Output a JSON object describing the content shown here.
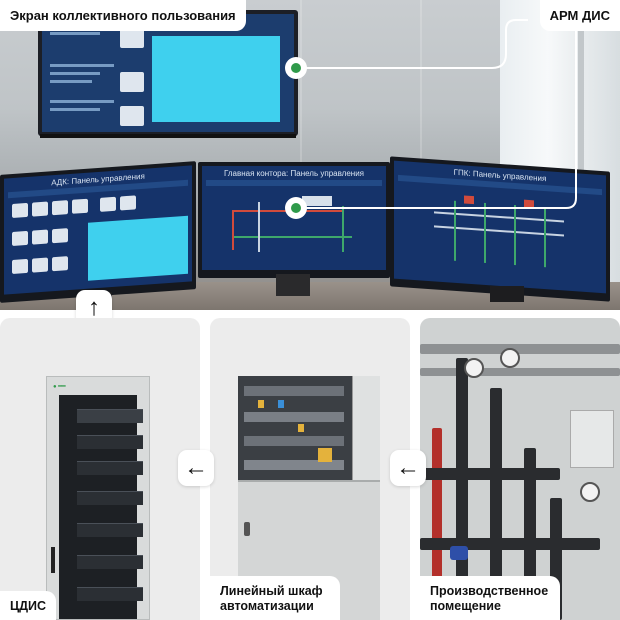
{
  "labels": {
    "top_left": "Экран коллективного пользования",
    "top_right": "АРМ ДИС",
    "panel_1": "ЦДИС",
    "panel_2": "Линейный шкаф автоматизации",
    "panel_3": "Производственное помещение"
  },
  "monitors": {
    "left_title": "АДК: Панель управления",
    "center_title": "Главная контора: Панель управления",
    "right_title": "ГПК: Панель управления"
  },
  "arrows": {
    "up": "↑",
    "left_1": "←",
    "left_2": "←"
  },
  "colors": {
    "accent_green": "#2f9a4a",
    "screen_blue": "#15336a",
    "screen_cyan": "#3fd0ee"
  }
}
